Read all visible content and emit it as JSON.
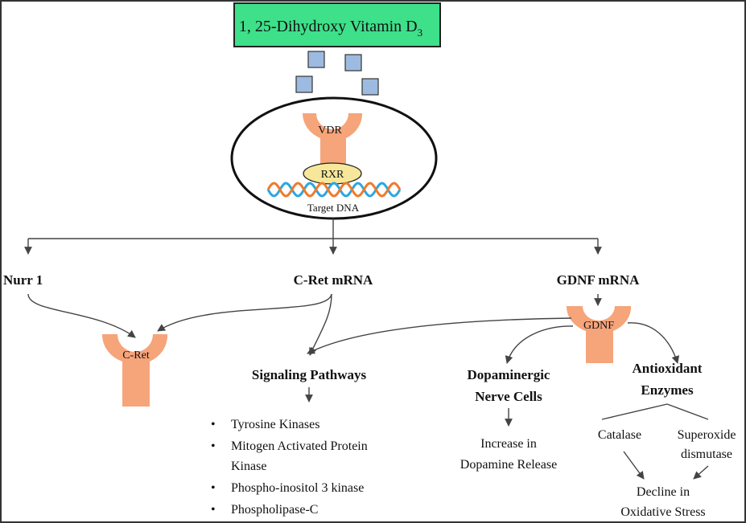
{
  "title": {
    "main": "1, 25-Dihydroxy Vitamin D",
    "sub": "3"
  },
  "cell": {
    "receptor": "VDR",
    "partner": "RXR",
    "dna": "Target DNA"
  },
  "branches": {
    "left": "Nurr 1",
    "middle": "C-Ret mRNA",
    "right": "GDNF mRNA"
  },
  "receptors": {
    "cret": "C-Ret",
    "gdnf": "GDNF"
  },
  "signaling": {
    "heading": "Signaling Pathways",
    "items": [
      "Tyrosine Kinases",
      "Mitogen Activated Protein",
      "Kinase",
      "Phospho-inositol 3 kinase",
      "Phospholipase-C"
    ]
  },
  "dopamine": {
    "heading_1": "Dopaminergic",
    "heading_2": "Nerve Cells",
    "result_1": "Increase in",
    "result_2": "Dopamine Release"
  },
  "antioxidant": {
    "heading_1": "Antioxidant",
    "heading_2": "Enzymes",
    "enzyme_a": "Catalase",
    "enzyme_b_1": "Superoxide",
    "enzyme_b_2": "dismutase",
    "result_1": "Decline in",
    "result_2": "Oxidative Stress"
  },
  "bullet": "•",
  "colors": {
    "title_fill": "#3ee08a",
    "receptor": "#f6a47a",
    "rxr": "#f6e79a",
    "ligand": "#9dbbe0",
    "dna_blue": "#2aa7e0",
    "dna_orange": "#f07a2a"
  }
}
